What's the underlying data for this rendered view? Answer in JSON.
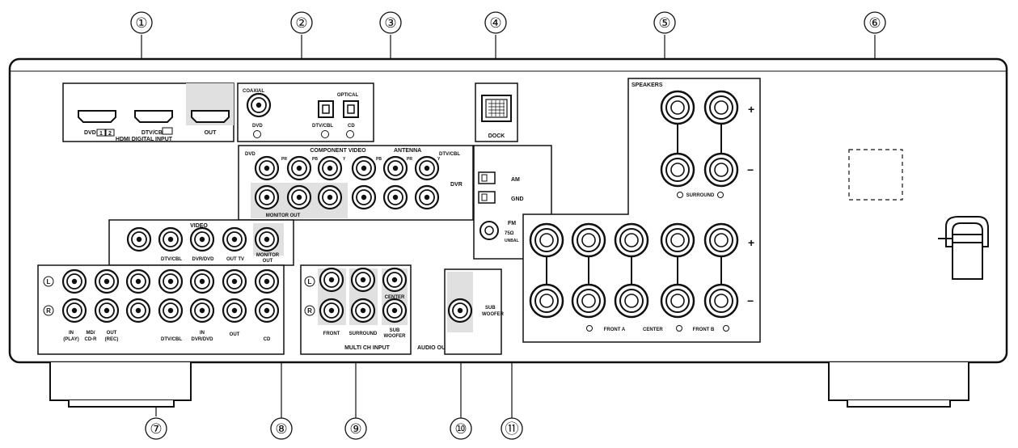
{
  "callouts": [
    "①",
    "②",
    "③",
    "④",
    "⑤",
    "⑥",
    "⑦",
    "⑧",
    "⑨",
    "⑩",
    "⑪"
  ],
  "labels": {
    "hdmi_dvd": "DVD",
    "hdmi_num_1": "1",
    "hdmi_num_2": "2",
    "hdmi_dtvcbl": "DTV/CBL",
    "hdmi_out": "OUT",
    "hdmi_title": "HDMI DIGITAL INPUT",
    "coaxial": "COAXIAL",
    "dvd_small": "DVD",
    "optical": "OPTICAL",
    "dtvcbl_opt": "DTV/CBL",
    "cd_opt": "CD",
    "dock": "DOCK",
    "component_title": "COMPONENT VIDEO",
    "antenna": "ANTENNA",
    "dtvcbl_comp": "DTV/CBL",
    "pb": "PB",
    "pr": "PR",
    "y": "Y",
    "dvr": "DVR",
    "monitor_out": "MONITOR OUT",
    "am": "AM",
    "gnd": "GND",
    "fm": "FM",
    "fm_ohm": "75Ω",
    "fm_unbal": "UNBAL",
    "speakers": "SPEAKERS",
    "surround": "SURROUND",
    "plus": "+",
    "minus": "−",
    "video_title": "VIDEO",
    "video_dtvcbl": "DTV/CBL",
    "video_dvrdvd": "DVR/DVD",
    "video_outtv": "OUT TV",
    "video_monitor": "MONITOR",
    "video_monitor_out": "OUT",
    "lch": "L",
    "rch": "R",
    "audio_in": "IN",
    "audio_play": "(PLAY)",
    "audio_md": "MD/",
    "audio_cdr": "CD-R",
    "audio_out": "OUT",
    "audio_rec": "(REC)",
    "audio_dtvcbl": "DTV/CBL",
    "audio_in2": "IN",
    "audio_dvrdvd": "DVR/DVD",
    "audio_out2": "OUT",
    "audio_cd": "CD",
    "multi_center": "CENTER",
    "multi_front": "FRONT",
    "multi_surround": "SURROUND",
    "multi_sub": "SUB",
    "multi_woofer": "WOOFER",
    "multi_title": "MULTI CH INPUT",
    "audio_output": "AUDIO OUTPUT",
    "subwoofer_sub": "SUB",
    "subwoofer_woofer": "WOOFER",
    "front_a_center": "FRONT A",
    "center_label": "CENTER",
    "front_b": "FRONT B"
  }
}
